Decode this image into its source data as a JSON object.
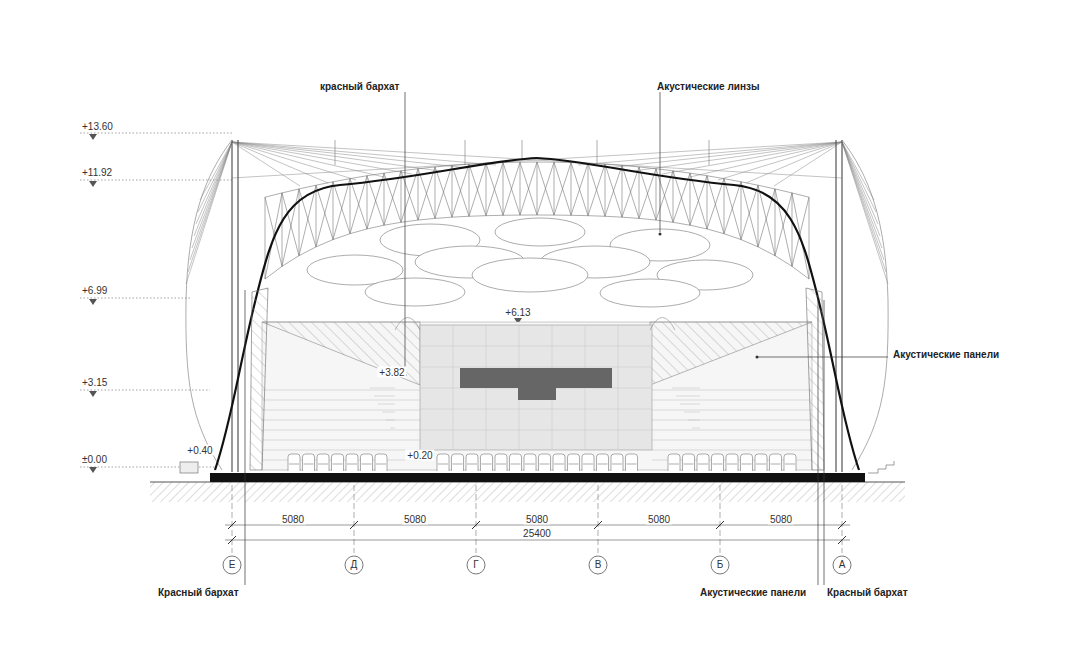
{
  "diagram": {
    "nodes": [
      {
        "text": [
          "Е"
        ]
      },
      {
        "text": [
          "Д"
        ]
      },
      {
        "text": [
          "Г"
        ]
      },
      {
        "text": [
          "В"
        ]
      },
      {
        "text": [
          "Б"
        ]
      },
      {
        "text": [
          "А"
        ]
      }
    ],
    "labels": [
      "красный бархат",
      "Акустические линзы",
      "+13.60",
      "+11.92",
      "+6.99",
      "+3.15",
      "±0.00",
      "+6.13",
      "+3.82",
      "Акустические панели",
      "+0.40",
      "+0.20",
      "5080",
      "5080",
      "5080",
      "5080",
      "5080",
      "25400",
      "Красный бархат",
      "Акустические панели",
      "Красный бархат"
    ]
  }
}
